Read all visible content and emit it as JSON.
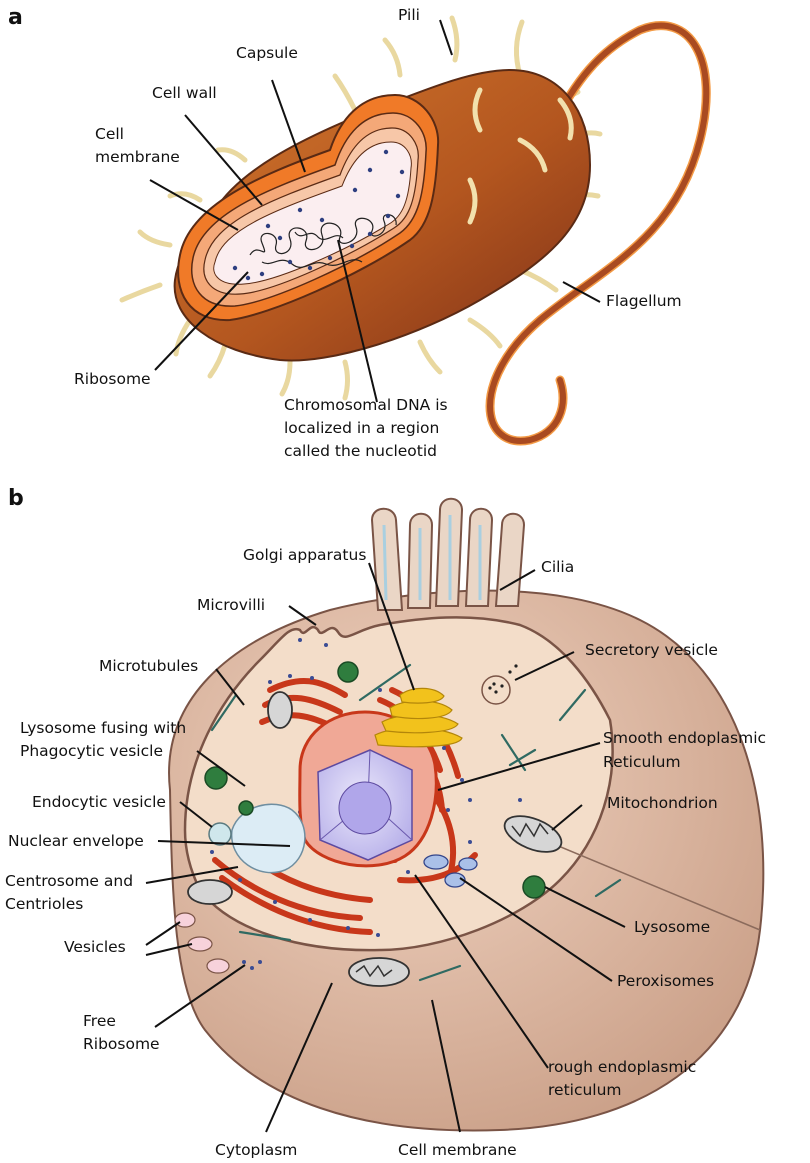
{
  "panels": {
    "a": {
      "letter": "a",
      "labels": {
        "pili": "Pili",
        "capsule": "Capsule",
        "cell_wall": "Cell wall",
        "cell_membrane_1": "Cell",
        "cell_membrane_2": "membrane",
        "flagellum": "Flagellum",
        "ribosome": "Ribosome",
        "dna_1": "Chromosomal DNA is",
        "dna_2": "localized in a region",
        "dna_3": "called the nucleotid"
      }
    },
    "b": {
      "letter": "b",
      "labels": {
        "golgi": "Golgi apparatus",
        "cilia": "Cilia",
        "microvilli": "Microvilli",
        "microtubules": "Microtubules",
        "secretory_vesicle": "Secretory vesicle",
        "lysosome_fusing_1": "Lysosome fusing with",
        "lysosome_fusing_2": "Phagocytic vesicle",
        "smooth_er_1": "Smooth endoplasmic",
        "smooth_er_2": "Reticulum",
        "endocytic_vesicle": "Endocytic vesicle",
        "mitochondrion": "Mitochondrion",
        "nuclear_envelope": "Nuclear envelope",
        "centrosome_1": "Centrosome and",
        "centrosome_2": "Centrioles",
        "lysosome": "Lysosome",
        "vesicles": "Vesicles",
        "peroxisomes": "Peroxisomes",
        "free_ribosome_1": "Free",
        "free_ribosome_2": "Ribosome",
        "rough_er_1": "rough endoplasmic",
        "rough_er_2": "reticulum",
        "cytoplasm": "Cytoplasm",
        "cell_membrane": "Cell membrane"
      }
    }
  },
  "colors": {
    "bacterium_body": "#c0652a",
    "bacterium_dark": "#8a3a1c",
    "bacterium_cut": "#f07a28",
    "capsule_layer": "#f4a878",
    "interior": "#fbeef0",
    "pili": "#f3e3b0",
    "flagellum": "#a1421d",
    "cell_outer": "#dfbaa3",
    "cytoplasm": "#f3ddc9",
    "nucleus": "#c9c4ee",
    "nucleolus": "#a59ce0",
    "rough_er": "#c8371a",
    "ribosome_dot": "#3a4c94",
    "golgi": "#f2c21c",
    "lysosome": "#2f7d3e",
    "mitochondrion": "#b5b5b5",
    "microtubule": "#2f6a62"
  }
}
